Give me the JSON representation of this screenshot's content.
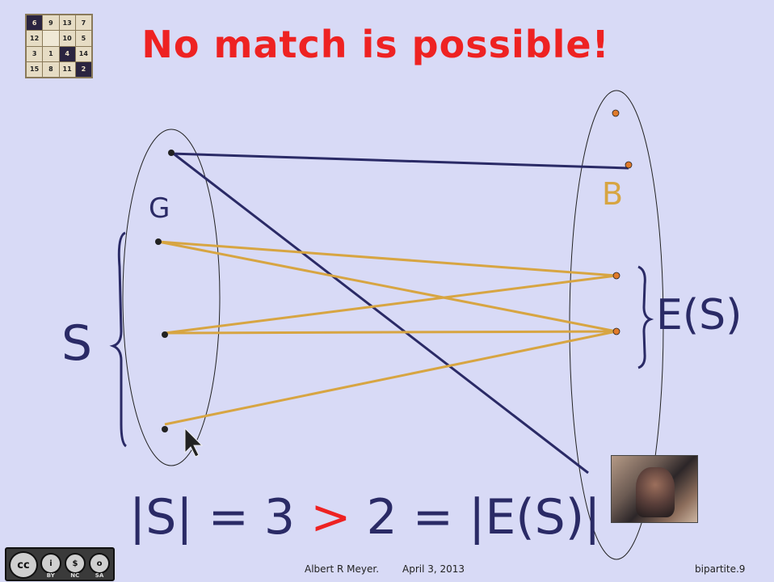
{
  "title": "No match is possible!",
  "puzzle": [
    "6",
    "9",
    "13",
    "7",
    "12",
    "",
    "10",
    "5",
    "3",
    "1",
    "4",
    "14",
    "15",
    "8",
    "11",
    "2"
  ],
  "labels": {
    "g": "G",
    "b": "B",
    "s": "S",
    "es": "E(S)"
  },
  "equation": {
    "lhs": "|S| = 3 ",
    "gt": ">",
    "rhs": " 2 = |E(S)|"
  },
  "footer": {
    "author": "Albert R Meyer.",
    "date": "April 3, 2013",
    "slide": "bipartite.9"
  },
  "license": {
    "main": "cc",
    "icons": [
      "i",
      "$",
      "o"
    ],
    "labels": [
      "BY",
      "NC",
      "SA"
    ]
  },
  "colors": {
    "title": "#ee2222",
    "navy": "#2a2a66",
    "gold": "#d7a542",
    "background": "#d8daf6"
  },
  "icons": [
    "creative-commons-icon",
    "mouse-cursor-icon"
  ]
}
